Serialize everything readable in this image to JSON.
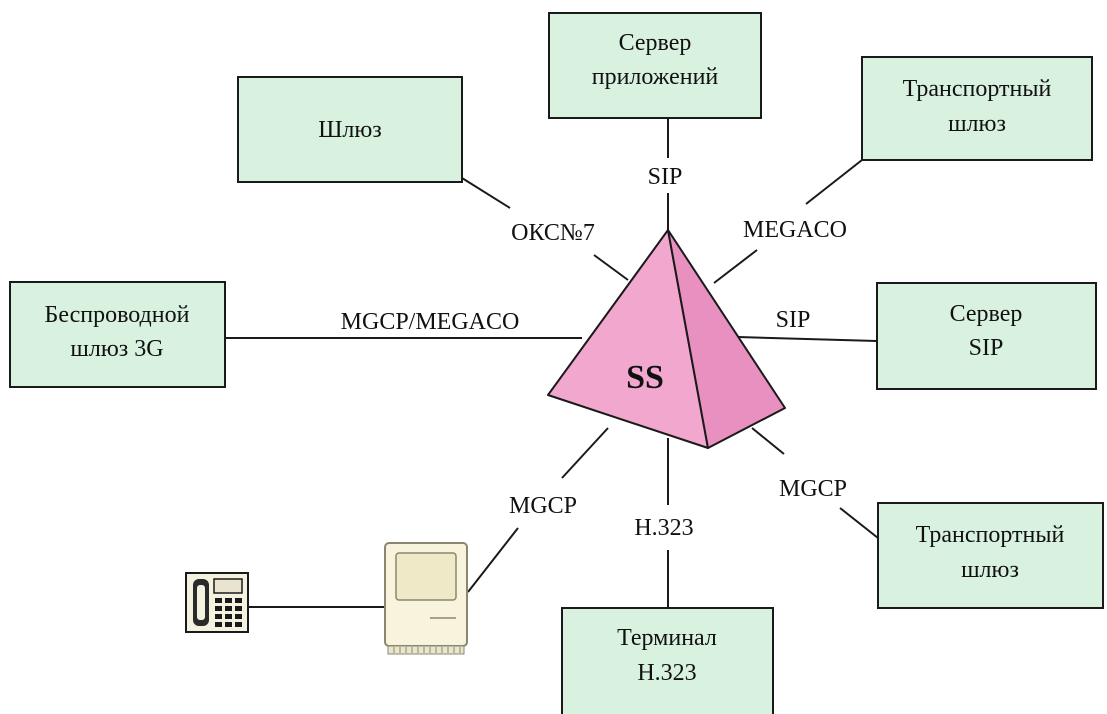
{
  "colors": {
    "box_fill": "#d9f2df",
    "switch_front": "#f2a7cf",
    "switch_side": "#e890bf",
    "line": "#1a1a1a"
  },
  "center": {
    "label": "SS"
  },
  "nodes": {
    "app_server": [
      "Сервер",
      "приложений"
    ],
    "gateway": [
      "Шлюз"
    ],
    "transport_gw_top": [
      "Транспортный",
      "шлюз"
    ],
    "wireless_gw": [
      "Беспроводной",
      "шлюз 3G"
    ],
    "sip_server": [
      "Сервер",
      "SIP"
    ],
    "transport_gw_bottom": [
      "Транспортный",
      "шлюз"
    ],
    "terminal": [
      "Терминал",
      "H.323"
    ]
  },
  "protocols": {
    "app_server": "SIP",
    "gateway": "ОКС№7",
    "transport_gw_top": "MEGACO",
    "wireless_gw": "MGCP/MEGACO",
    "sip_server": "SIP",
    "transport_gw_bottom": "MGCP",
    "terminal": "H.323",
    "computer": "MGCP"
  },
  "icons": {
    "phone": "desk-phone-icon",
    "computer": "desktop-computer-icon"
  }
}
